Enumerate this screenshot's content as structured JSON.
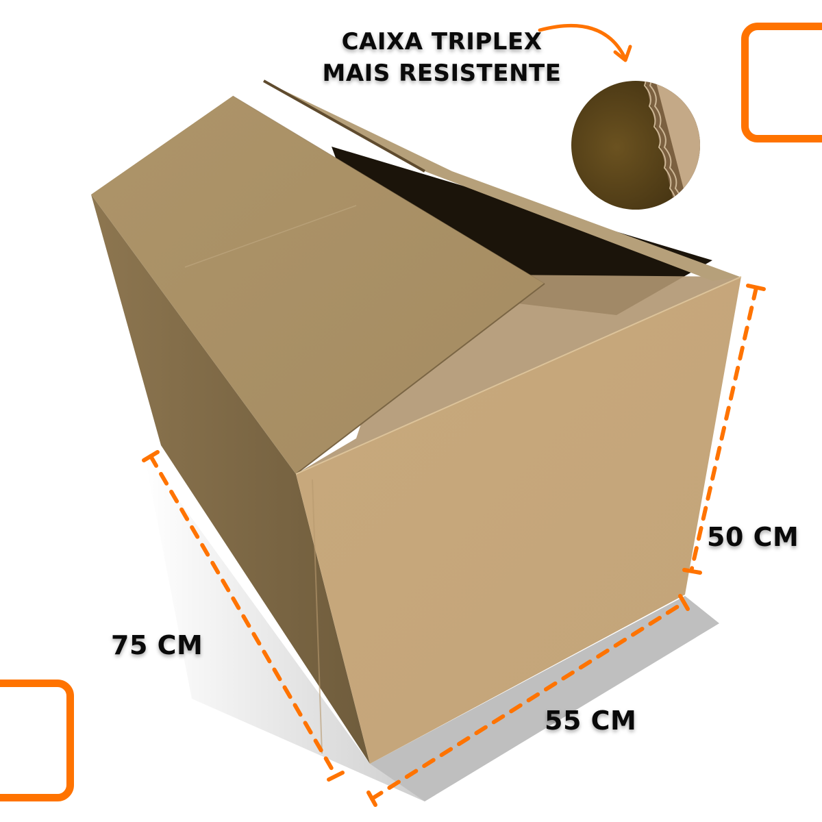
{
  "headline": {
    "line1": "CAIXA TRIPLEX",
    "line2": "MAIS RESISTENTE"
  },
  "dimensions": {
    "height": "50 CM",
    "length": "75 CM",
    "width": "55 CM"
  },
  "detail_inset": {
    "subject": "triple-wall corrugated cardboard edge close-up"
  },
  "colors": {
    "accent": "#ff7300",
    "text": "#0a0a0a",
    "cardboard_light": "#c9aa7e",
    "cardboard_mid": "#a98f68",
    "cardboard_dark": "#7c6844",
    "background": "#ffffff"
  }
}
